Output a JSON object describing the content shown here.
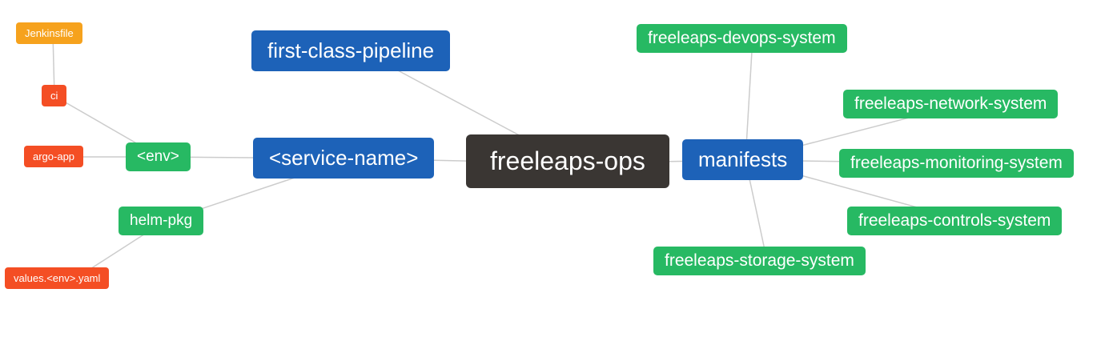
{
  "diagram": {
    "type": "mindmap",
    "colors": {
      "blue": "#1d62b8",
      "green": "#27b963",
      "red_orange": "#f44e24",
      "amber": "#f6a21d",
      "dark": "#3a3633",
      "edge": "#cccccc"
    },
    "nodes": {
      "jenkinsfile": {
        "label": "Jenkinsfile",
        "color": "#f6a21d"
      },
      "ci": {
        "label": "ci",
        "color": "#f44e24"
      },
      "argo_app": {
        "label": "argo-app",
        "color": "#f44e24"
      },
      "env": {
        "label": "<env>",
        "color": "#27b963"
      },
      "helm_pkg": {
        "label": "helm-pkg",
        "color": "#27b963"
      },
      "values_env_yaml": {
        "label": "values.<env>.yaml",
        "color": "#f44e24"
      },
      "first_class_pipeline": {
        "label": "first-class-pipeline",
        "color": "#1d62b8"
      },
      "service_name": {
        "label": "<service-name>",
        "color": "#1d62b8"
      },
      "freeleaps_ops": {
        "label": "freeleaps-ops",
        "color": "#3a3633"
      },
      "manifests": {
        "label": "manifests",
        "color": "#1d62b8"
      },
      "devops_system": {
        "label": "freeleaps-devops-system",
        "color": "#27b963"
      },
      "network_system": {
        "label": "freeleaps-network-system",
        "color": "#27b963"
      },
      "monitoring_system": {
        "label": "freeleaps-monitoring-system",
        "color": "#27b963"
      },
      "controls_system": {
        "label": "freeleaps-controls-system",
        "color": "#27b963"
      },
      "storage_system": {
        "label": "freeleaps-storage-system",
        "color": "#27b963"
      }
    },
    "edges": [
      [
        "jenkinsfile",
        "ci"
      ],
      [
        "ci",
        "env"
      ],
      [
        "argo_app",
        "env"
      ],
      [
        "env",
        "service_name"
      ],
      [
        "helm_pkg",
        "service_name"
      ],
      [
        "values_env_yaml",
        "helm_pkg"
      ],
      [
        "service_name",
        "freeleaps_ops"
      ],
      [
        "first_class_pipeline",
        "freeleaps_ops"
      ],
      [
        "freeleaps_ops",
        "manifests"
      ],
      [
        "manifests",
        "devops_system"
      ],
      [
        "manifests",
        "network_system"
      ],
      [
        "manifests",
        "monitoring_system"
      ],
      [
        "manifests",
        "controls_system"
      ],
      [
        "manifests",
        "storage_system"
      ]
    ]
  }
}
